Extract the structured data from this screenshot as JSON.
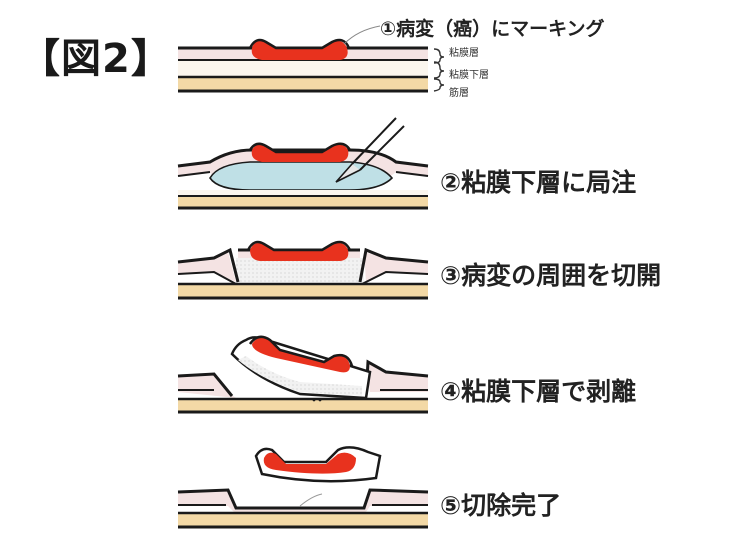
{
  "figure_title": "【図2】",
  "layer_labels": [
    "粘膜層",
    "粘膜下層",
    "筋層"
  ],
  "steps": [
    {
      "label": "①病変（癌）にマーキング"
    },
    {
      "label": "②粘膜下層に局注"
    },
    {
      "label": "③病変の周囲を切開"
    },
    {
      "label": "④粘膜下層で剥離"
    },
    {
      "label": "⑤切除完了"
    }
  ],
  "colors": {
    "lesion": "#e8321e",
    "mucosa_fill": "#f4e3e3",
    "submucosa_fill": "#fbf6ee",
    "muscle_fill": "#f3d9a6",
    "injection_fill": "#bfe0e6",
    "outline": "#1a1a1a"
  }
}
